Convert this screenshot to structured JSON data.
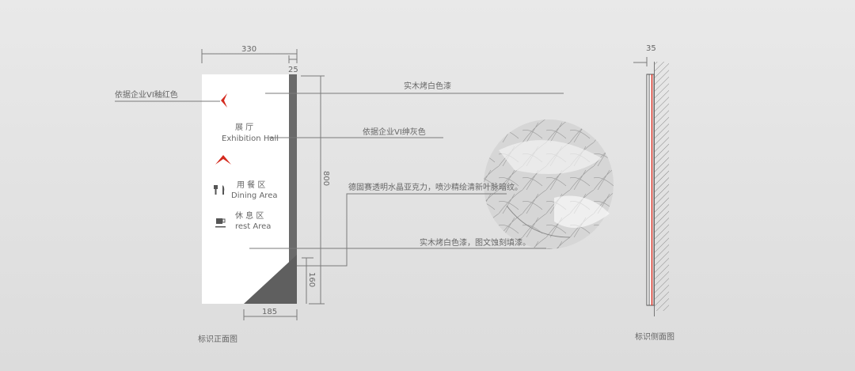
{
  "front_view": {
    "caption": "标识正面图",
    "dims": {
      "width": "330",
      "strip": "25",
      "height": "800",
      "corner_height": "160",
      "corner_width": "185"
    },
    "sign": {
      "hall_cn": "展 厅",
      "hall_en": "Exhibition Hall",
      "dining_cn": "用 餐 区",
      "dining_en": "Dining Area",
      "rest_cn": "休 息 区",
      "rest_en": "rest Area"
    },
    "annotations": {
      "red": "依据企业VI釉红色",
      "white_paint": "实木烤白色漆",
      "gray": "依据企业VI绅灰色",
      "acrylic": "德固赛透明水晶亚克力，喷沙精绘清新叶脉暗纹。",
      "etch": "实木烤白色漆，图文蚀刻填漆。"
    }
  },
  "side_view": {
    "caption": "标识侧面图",
    "dims": {
      "depth": "35"
    }
  },
  "colors": {
    "accent_red": "#d42a1e",
    "strip_gray": "#6a6a6a",
    "panel": "#ffffff"
  }
}
